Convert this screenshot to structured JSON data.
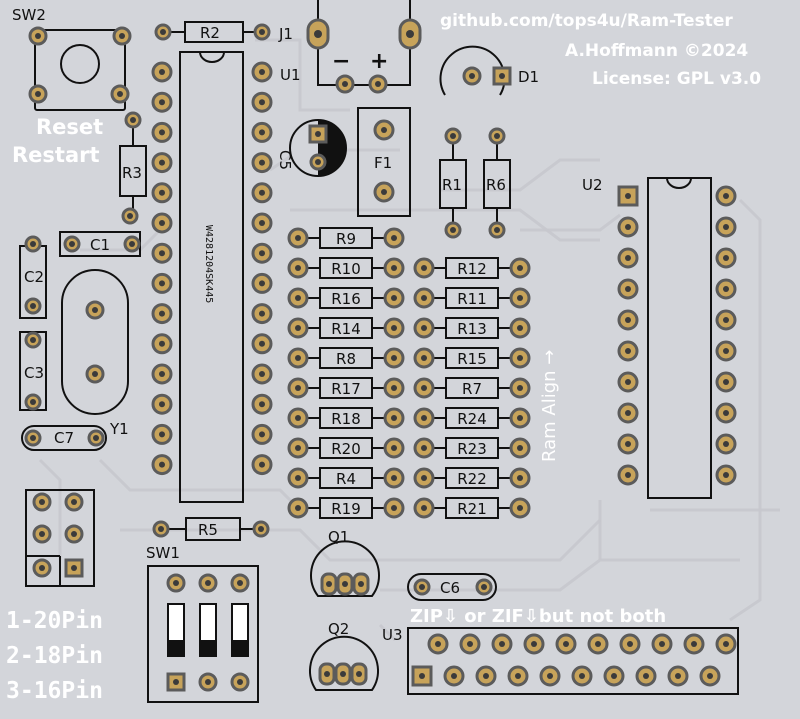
{
  "header": {
    "repo": "github.com/tops4u/Ram-Tester",
    "author": "A.Hoffmann ©2024",
    "license": "License: GPL v3.0"
  },
  "switch_labels": {
    "reset": "Reset",
    "restart": "Restart",
    "pin20": "1-20Pin",
    "pin18": "2-18Pin",
    "pin16": "3-16Pin"
  },
  "zip_note": "ZIP⇩ or ZIF⇩but not both",
  "ram_align": "Ram  Align →",
  "chip_marking": "W4281204SK445",
  "refs": {
    "sw2": "SW2",
    "r2": "R2",
    "j1": "J1",
    "u1": "U1",
    "r3": "R3",
    "c5": "C5",
    "f1": "F1",
    "r1": "R1",
    "r6": "R6",
    "d1": "D1",
    "u2": "U2",
    "c1": "C1",
    "c2": "C2",
    "c3": "C3",
    "c7": "C7",
    "y1": "Y1",
    "r9": "R9",
    "r10": "R10",
    "r12": "R12",
    "r16": "R16",
    "r11": "R11",
    "r14": "R14",
    "r13": "R13",
    "r8": "R8",
    "r15": "R15",
    "r17": "R17",
    "r7": "R7",
    "r18": "R18",
    "r24": "R24",
    "r20": "R20",
    "r23": "R23",
    "r4": "R4",
    "r22": "R22",
    "r19": "R19",
    "r21": "R21",
    "r5": "R5",
    "q1": "Q1",
    "q2": "Q2",
    "sw1": "SW1",
    "c6": "C6",
    "u3": "U3",
    "minus": "−",
    "plus": "+"
  }
}
